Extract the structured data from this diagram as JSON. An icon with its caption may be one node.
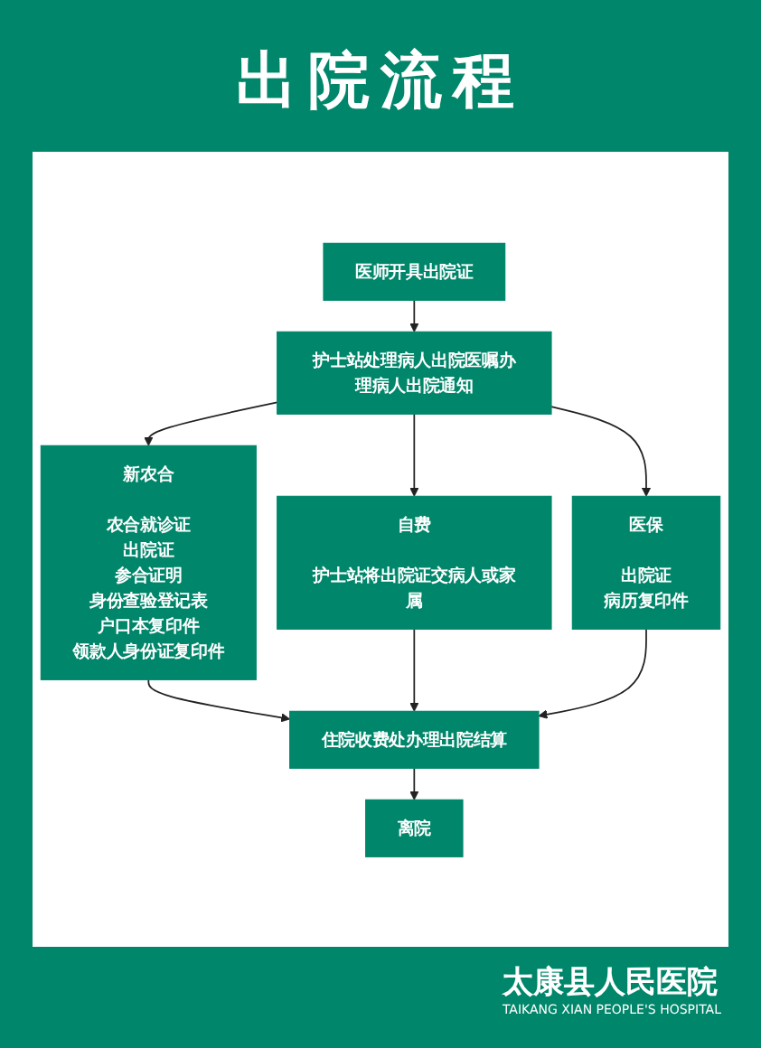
{
  "diagram": {
    "title": "出院流程",
    "nodes": [
      {
        "text": [
          "医师开具出院证"
        ]
      },
      {
        "text": [
          "护士站处理病人出院医嘱办理病人出院通知"
        ]
      },
      {
        "text": [
          "新农合",
          "农合就诊证",
          "出院证",
          "参合证明",
          "身份查验登记表",
          "户口本复印件",
          "领款人身份证复印件"
        ]
      },
      {
        "text": [
          "自费",
          "护士站将出院证交病人或家属"
        ]
      },
      {
        "text": [
          "医保",
          "出院证",
          "病历复印件"
        ]
      },
      {
        "text": [
          "住院收费处办理出院结算"
        ]
      },
      {
        "text": [
          "离院"
        ]
      }
    ],
    "edges": [
      {
        "from": 0,
        "to": 1,
        "arrow": "to"
      },
      {
        "from": 1,
        "to": 2,
        "arrow": "to"
      },
      {
        "from": 1,
        "to": 3,
        "arrow": "to"
      },
      {
        "from": 1,
        "to": 4,
        "arrow": "to"
      },
      {
        "from": 2,
        "to": 5,
        "arrow": "to"
      },
      {
        "from": 3,
        "to": 5,
        "arrow": "to"
      },
      {
        "from": 4,
        "to": 5,
        "arrow": "to"
      },
      {
        "from": 5,
        "to": 6,
        "arrow": "to"
      }
    ],
    "labels": [
      "太康县人民医院",
      "TAIKANG XIAN PEOPLE'S HOSPITAL"
    ]
  }
}
